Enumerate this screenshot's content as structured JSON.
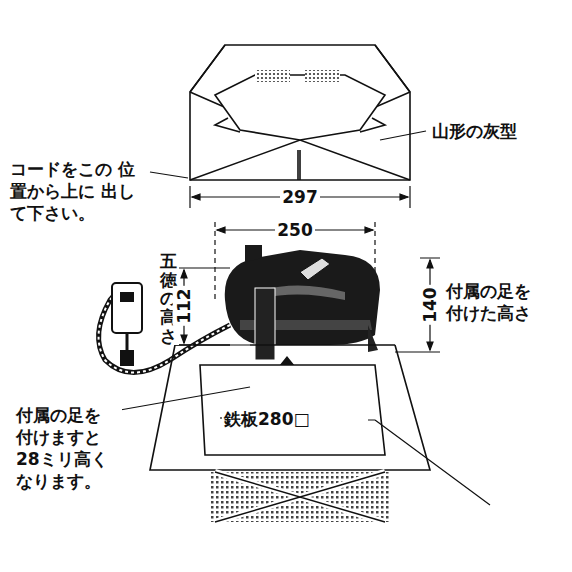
{
  "diagram": {
    "labels": [
      "山形の灰型",
      "コードをこの 位置から上に 出して下さい。",
      "297",
      "250",
      "五徳の高さ",
      "112",
      "140",
      "付属の足を 付けた高さ",
      "付属の足を 付けますと 28ミリ高く なります。",
      "鉄板280□"
    ]
  }
}
